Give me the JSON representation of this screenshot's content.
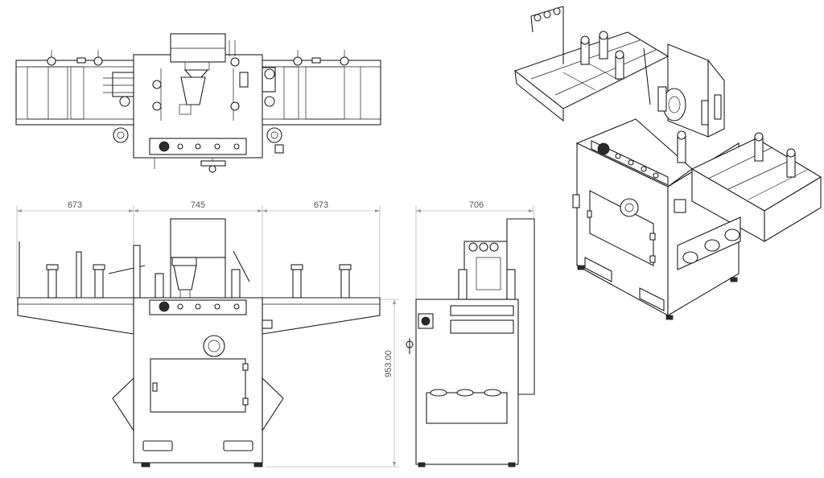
{
  "drawing": {
    "views": [
      "top-view",
      "front-view",
      "side-view",
      "isometric-view"
    ],
    "dimensions": {
      "left_width": "673",
      "center_width": "745",
      "right_width": "673",
      "side_depth": "706",
      "height": "953.00"
    },
    "colors": {
      "line": "#1e1e1e",
      "dimension": "#555555",
      "background": "#ffffff"
    }
  }
}
